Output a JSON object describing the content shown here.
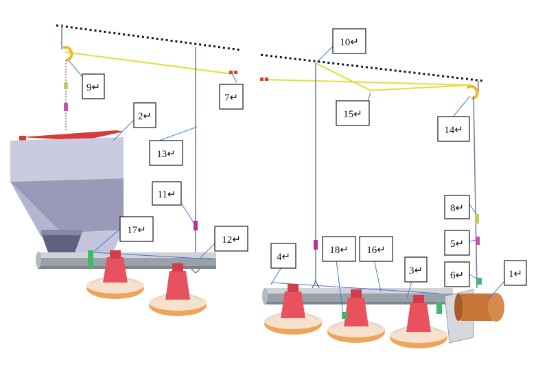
{
  "figure": {
    "callouts": [
      {
        "id": "c1",
        "label": "1↵"
      },
      {
        "id": "c2",
        "label": "2↵"
      },
      {
        "id": "c3",
        "label": "3↵"
      },
      {
        "id": "c4",
        "label": "4↵"
      },
      {
        "id": "c5",
        "label": "5↵"
      },
      {
        "id": "c6",
        "label": "6↵"
      },
      {
        "id": "c7",
        "label": "7↵"
      },
      {
        "id": "c8",
        "label": "8↵"
      },
      {
        "id": "c9",
        "label": "9↵"
      },
      {
        "id": "c10",
        "label": "10↵"
      },
      {
        "id": "c11",
        "label": "11↵"
      },
      {
        "id": "c12",
        "label": "12↵"
      },
      {
        "id": "c13",
        "label": "13↵"
      },
      {
        "id": "c14",
        "label": "14↵"
      },
      {
        "id": "c15",
        "label": "15↵"
      },
      {
        "id": "c16",
        "label": "16↵"
      },
      {
        "id": "c17",
        "label": "17↵"
      },
      {
        "id": "c18",
        "label": "18↵"
      }
    ],
    "colors": {
      "hopper_top": "#cbcbe0",
      "hopper_mid": "#9a9ab8",
      "hopper_low": "#5f5f82",
      "pan_red": "#e8525e",
      "pan_base": "#f0a35a",
      "motor": "#c8763a",
      "rope": "#e4df45",
      "leader": "#3b7fd0"
    }
  }
}
